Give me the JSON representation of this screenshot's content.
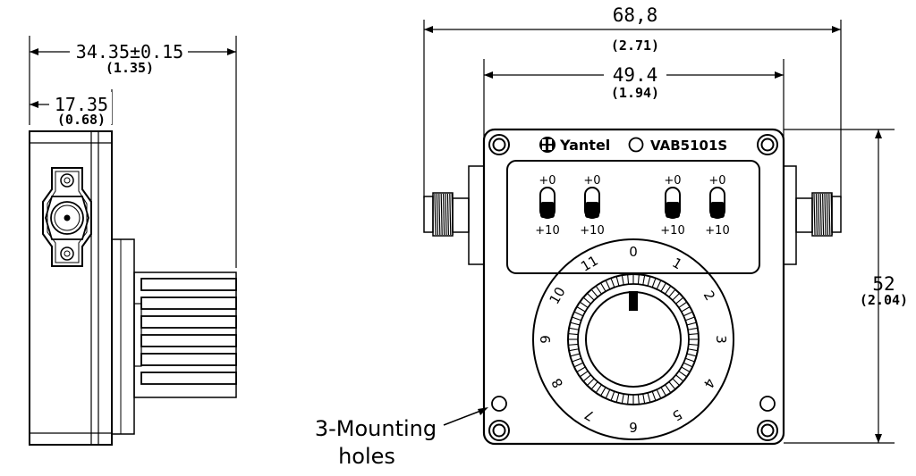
{
  "side_view": {
    "dim_overall": {
      "value": "34.35±0.15",
      "inch": "(1.35)"
    },
    "dim_connector": {
      "value": "17.35",
      "inch": "(0.68)"
    }
  },
  "front_view": {
    "dim_width_overall": {
      "value": "68,8",
      "inch": "(2.71)"
    },
    "dim_width_body": {
      "value": "49.4",
      "inch": "(1.94)"
    },
    "dim_height": {
      "value": "52",
      "inch": "(2.04)"
    },
    "brand": "Yantel",
    "model": "VAB5101S",
    "switches": [
      {
        "top": "+0",
        "bottom": "+10"
      },
      {
        "top": "+0",
        "bottom": "+10"
      },
      {
        "top": "+0",
        "bottom": "+10"
      },
      {
        "top": "+0",
        "bottom": "+10"
      }
    ],
    "dial_marks": [
      "0",
      "1",
      "2",
      "3",
      "4",
      "5",
      "6",
      "7",
      "8",
      "9",
      "10",
      "11"
    ],
    "callout": {
      "line1": "3-Mounting",
      "line2": "holes"
    }
  }
}
